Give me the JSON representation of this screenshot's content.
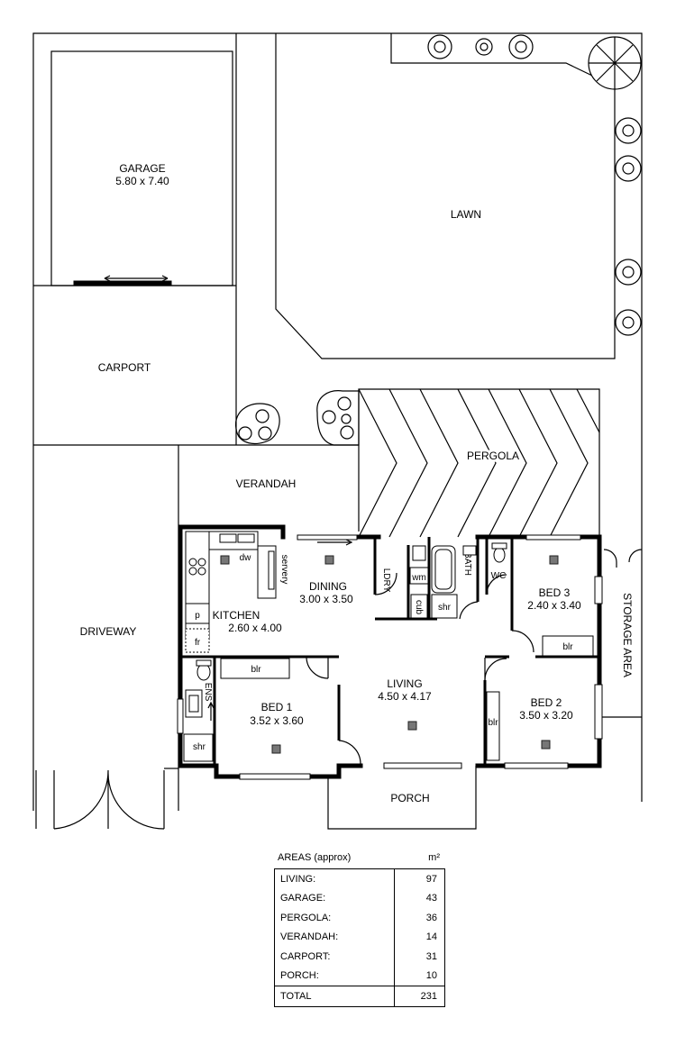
{
  "rooms": {
    "garage": {
      "name": "GARAGE",
      "dims": "5.80 x 7.40"
    },
    "lawn": "LAWN",
    "carport": "CARPORT",
    "pergola": "PERGOLA",
    "verandah": "VERANDAH",
    "driveway": "DRIVEWAY",
    "kitchen": {
      "name": "KITCHEN",
      "dims": "2.60 x 4.00"
    },
    "dining": {
      "name": "DINING",
      "dims": "3.00 x 3.50"
    },
    "living": {
      "name": "LIVING",
      "dims": "4.50 x 4.17"
    },
    "bed1": {
      "name": "BED 1",
      "dims": "3.52 x 3.60"
    },
    "bed2": {
      "name": "BED 2",
      "dims": "3.50 x 3.20"
    },
    "bed3": {
      "name": "BED 3",
      "dims": "2.40 x 3.40"
    },
    "porch": "PORCH",
    "storage": "STORAGE AREA",
    "ldry": "LDRY",
    "bath": "BATH",
    "wc": "WC",
    "ens": "ENS",
    "servery": "servery"
  },
  "fixtures": {
    "dw": "dw",
    "p": "p",
    "fr": "fr",
    "wm": "wm",
    "cub": "cub",
    "shr": "shr",
    "blr": "blr"
  },
  "areas": {
    "title": "AREAS (approx)",
    "unit": "m²",
    "rows": [
      {
        "label": "LIVING:",
        "value": "97"
      },
      {
        "label": "GARAGE:",
        "value": "43"
      },
      {
        "label": "PERGOLA:",
        "value": "36"
      },
      {
        "label": "VERANDAH:",
        "value": "14"
      },
      {
        "label": "CARPORT:",
        "value": "31"
      },
      {
        "label": "PORCH:",
        "value": "10"
      }
    ],
    "total": {
      "label": "TOTAL",
      "value": "231"
    }
  }
}
